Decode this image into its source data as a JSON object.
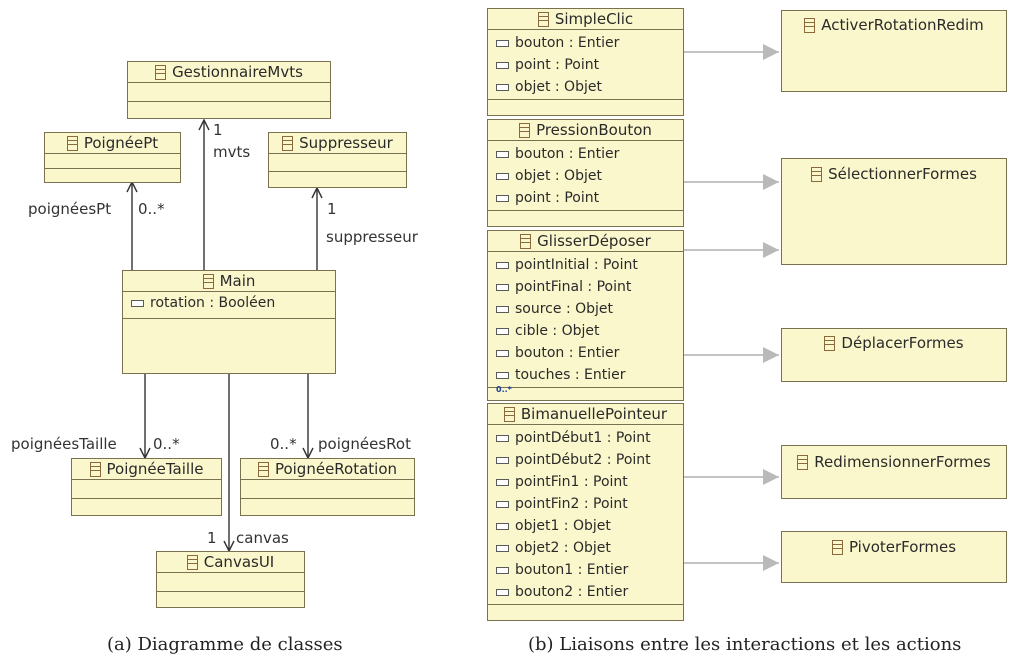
{
  "class_diagram": {
    "classes": {
      "gestionnaire": {
        "name": "GestionnaireMvts"
      },
      "poigneept": {
        "name": "PoignéePt"
      },
      "suppresseur": {
        "name": "Suppresseur"
      },
      "main": {
        "name": "Main",
        "attributes": [
          "rotation : Booléen"
        ]
      },
      "poigneetaille": {
        "name": "PoignéeTaille"
      },
      "poigneerotation": {
        "name": "PoignéeRotation"
      },
      "canvasui": {
        "name": "CanvasUI"
      }
    },
    "labels": {
      "mvts_mult": "1",
      "mvts_role": "mvts",
      "poigneespt_role": "poignéesPt",
      "poigneespt_mult": "0..*",
      "suppresseur_mult": "1",
      "suppresseur_role": "suppresseur",
      "taille_role": "poignéesTaille",
      "taille_mult": "0..*",
      "rot_mult": "0..*",
      "rot_role": "poignéesRot",
      "canvas_mult": "1",
      "canvas_role": "canvas"
    },
    "caption": "(a) Diagramme de classes"
  },
  "interactions": {
    "simpleclic": {
      "name": "SimpleClic",
      "attributes": [
        "bouton : Entier",
        "point : Point",
        "objet : Objet"
      ]
    },
    "pression": {
      "name": "PressionBouton",
      "attributes": [
        "bouton : Entier",
        "objet : Objet",
        "point : Point"
      ]
    },
    "glisser": {
      "name": "GlisserDéposer",
      "attributes": [
        "pointInitial : Point",
        "pointFinal : Point",
        "source : Objet",
        "cible : Objet",
        "bouton : Entier",
        "touches : Entier"
      ]
    },
    "bimanuelle": {
      "name": "BimanuellePointeur",
      "attributes": [
        "pointDébut1 : Point",
        "pointDébut2 : Point",
        "pointFin1 : Point",
        "pointFin2 : Point",
        "objet1 : Objet",
        "objet2 : Objet",
        "bouton1 : Entier",
        "bouton2 : Entier"
      ]
    }
  },
  "actions": {
    "activer": {
      "name": "ActiverRotationRedim"
    },
    "selectionner": {
      "name": "SélectionnerFormes"
    },
    "deplacer": {
      "name": "DéplacerFormes"
    },
    "redimensionner": {
      "name": "RedimensionnerFormes"
    },
    "pivoter": {
      "name": "PivoterFormes"
    }
  },
  "caption_b": "(b) Liaisons entre les interactions et les actions"
}
